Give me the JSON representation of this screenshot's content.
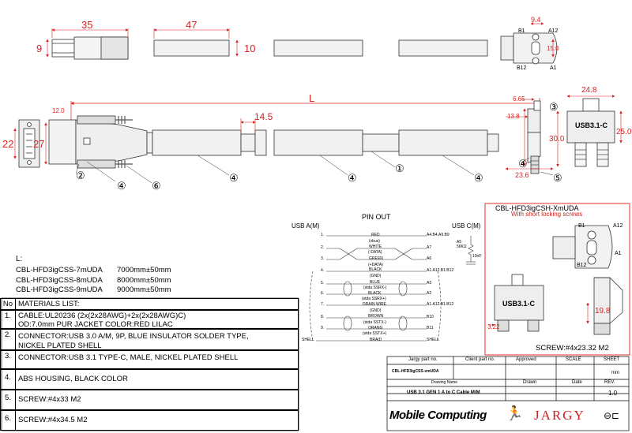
{
  "dimensions": {
    "d35": "35",
    "d9": "9",
    "d47": "47",
    "d10": "10",
    "d9_4": "9.4",
    "d15": "15.0",
    "L": "L",
    "d12": "12.0",
    "d14_5": "14.5",
    "d6_65": "6.65",
    "d13_8": "13.8",
    "d24_8": "24.8",
    "d30": "30.0",
    "d25": "25.0",
    "d23_6": "23.6",
    "d22": "22",
    "d27": "27",
    "d19_8": "19.8",
    "d3_22": "3.22"
  },
  "pin_labels": {
    "B1": "B1",
    "A12": "A12",
    "B12": "B12",
    "A1": "A1"
  },
  "balloons": [
    "①",
    "②",
    "③",
    "④",
    "⑤",
    "⑥"
  ],
  "connector_text": "USB3.1-C",
  "pinout": {
    "title": "PIN OUT",
    "left_header": "USB A(M)",
    "right_header": "USB C(M)",
    "rows": [
      {
        "pin": "1.",
        "name": "RED",
        "sub": "(vbus)",
        "dest": "A4.B4.A9.B9"
      },
      {
        "pin": "2.",
        "name": "WHITE",
        "sub": "(-DATA)",
        "dest": "A7"
      },
      {
        "pin": "3.",
        "name": "GREEN",
        "sub": "(+DATA)",
        "dest": "A6"
      },
      {
        "pin": "4.",
        "name": "BLACK",
        "sub": "(GND)",
        "dest": "A1.A12.B1.B12"
      },
      {
        "pin": "5.",
        "name": "BLUE",
        "sub": "(stda SSRX-)",
        "dest": "A3"
      },
      {
        "pin": "6.",
        "name": "BLACK",
        "sub": "(stda SSRX+)",
        "dest": "A2"
      },
      {
        "pin": "7.",
        "name": "DRAIN WIRE",
        "sub": "(GND)",
        "dest": "A1.A12.B1.B12"
      },
      {
        "pin": "8.",
        "name": "BROWN",
        "sub": "(stda SSTX-)",
        "dest": "B10"
      },
      {
        "pin": "9.",
        "name": "ORANG",
        "sub": "(stda SSTX+)",
        "dest": "B11"
      },
      {
        "pin": "SHELL",
        "name": "BRAID",
        "sub": "",
        "dest": "SHELL"
      }
    ],
    "resistor": "A5 56KΩ",
    "cap": "10nF"
  },
  "lengths": {
    "header": "L:",
    "items": [
      {
        "part": "CBL-HFD3igCSS-7mUDA",
        "len": "7000mm±50mm"
      },
      {
        "part": "CBL-HFD3igCSS-8mUDA",
        "len": "8000mm±50mm"
      },
      {
        "part": "CBL-HFD3igCSS-9mUDA",
        "len": "9000mm±50mm"
      }
    ]
  },
  "materials": {
    "no_header": "No",
    "header": "MATERIALS LIST:",
    "items": [
      {
        "no": "1.",
        "lines": [
          "CABLE:UL20236 (2x(2x28AWG)+2x(2x28AWG)C)",
          "OD:7.0mm  PUR JACKET COLOR:RED LILAC"
        ]
      },
      {
        "no": "2.",
        "lines": [
          "CONNECTOR:USB 3.0 A/M, 9P, BLUE INSULATOR SOLDER TYPE,",
          "NICKEL PLATED SHELL"
        ]
      },
      {
        "no": "3.",
        "lines": [
          "CONNECTOR:USB 3.1 TYPE-C, MALE, NICKEL PLATED SHELL"
        ]
      },
      {
        "no": "4.",
        "lines": [
          "ABS HOUSING, BLACK COLOR"
        ]
      },
      {
        "no": "5.",
        "lines": [
          "SCREW:#4x33 M2"
        ]
      },
      {
        "no": "6.",
        "lines": [
          "SCREW:#4x34.5 M2"
        ]
      }
    ]
  },
  "variant": {
    "part": "CBL-HFD3igCSH-XmUDA",
    "note": "With short locking screws",
    "screw": "SCREW:#4x23.32 M2"
  },
  "title_block": {
    "jargy_part_label": "Jargy part no.",
    "client_part_label": "Client part no.",
    "approved_label": "Approved",
    "scale_label": "SCALE",
    "sheet_label": "SHEET",
    "part_no": "CBL-HFD3igCSS-xmUDA",
    "unit": "mm",
    "drawing_name_label": "Drawing Name",
    "drawn_label": "Drawn",
    "date_label": "Date",
    "rev_label": "REV.",
    "drawing_name": "USB 3.1 GEN 1 A to C Cable M/M",
    "rev": "1.0",
    "brand_mc": "Mobile Computing",
    "brand_jargy": "JARGY"
  },
  "colors": {
    "variant_border": "#e0322a",
    "variant_text": "#d0201c",
    "logo_red": "#cc2222"
  }
}
